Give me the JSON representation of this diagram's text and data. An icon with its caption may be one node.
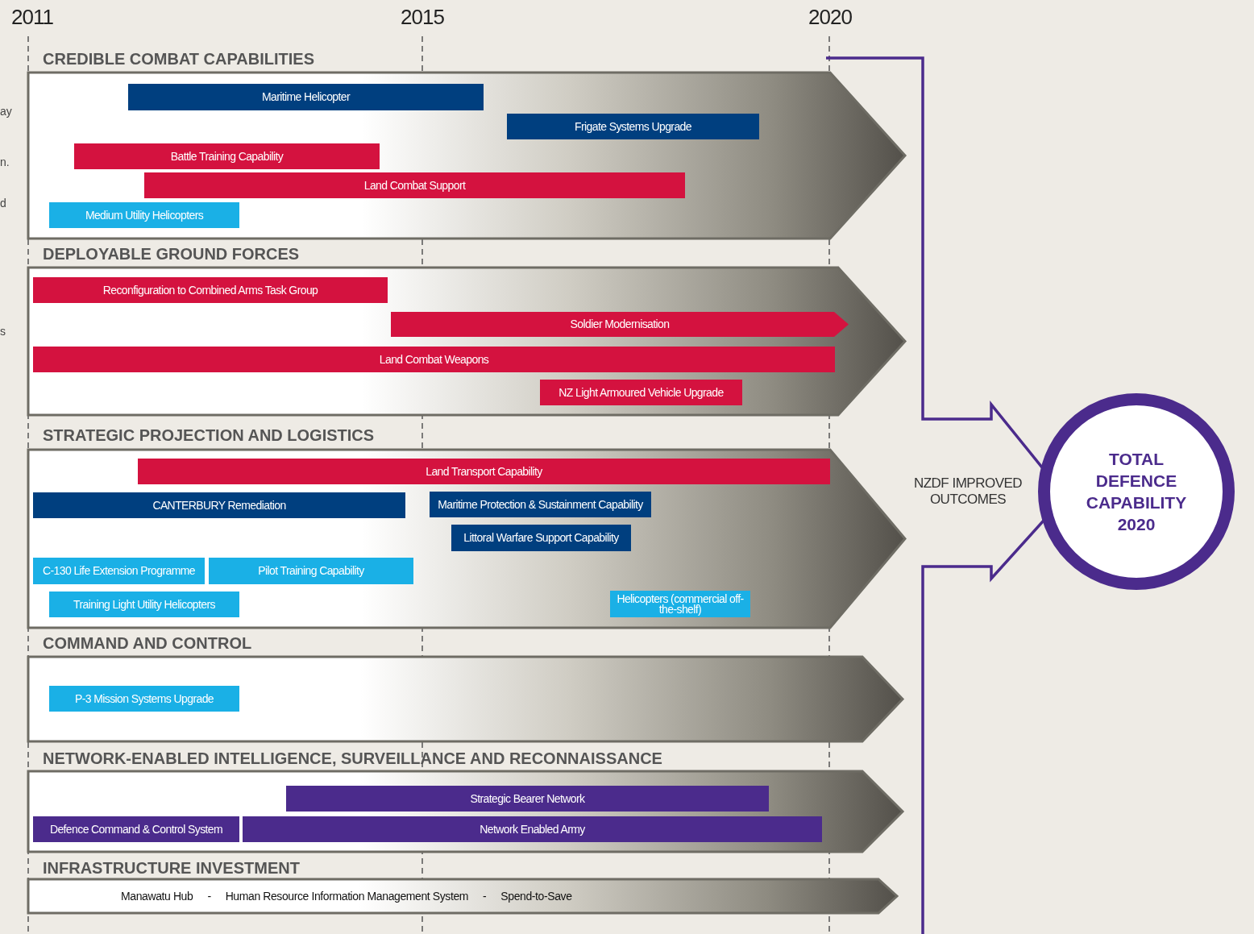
{
  "diagram": {
    "nodes": [
      {
        "text": [
          "CREDIBLE COMBAT CAPABILITIES"
        ]
      },
      {
        "text": [
          "Maritime Helicopter"
        ],
        "in": 0
      },
      {
        "text": [
          "Frigate Systems Upgrade"
        ],
        "in": 0
      },
      {
        "text": [
          "Battle Training Capability"
        ],
        "in": 0
      },
      {
        "text": [
          "Land Combat Support"
        ],
        "in": 0
      },
      {
        "text": [
          "Medium Utility Helicopters"
        ],
        "in": 0
      },
      {
        "text": [
          "DEPLOYABLE GROUND FORCES"
        ]
      },
      {
        "text": [
          "Reconfiguration to Combined Arms Task Group"
        ],
        "in": 6
      },
      {
        "text": [
          "Soldier Modernisation"
        ],
        "in": 6
      },
      {
        "text": [
          "Land Combat Weapons"
        ],
        "in": 6
      },
      {
        "text": [
          "NZ Light Armoured Vehicle Upgrade"
        ],
        "in": 6
      },
      {
        "text": [
          "STRATEGIC PROJECTION AND LOGISTICS"
        ]
      },
      {
        "text": [
          "Land Transport Capability"
        ],
        "in": 11
      },
      {
        "text": [
          "CANTERBURY Remediation"
        ],
        "in": 11
      },
      {
        "text": [
          "Maritime Protection & Sustainment Capability"
        ],
        "in": 11
      },
      {
        "text": [
          "Littoral Warfare Support Capability"
        ],
        "in": 11
      },
      {
        "text": [
          "C-130 Life Extension Programme"
        ],
        "in": 11
      },
      {
        "text": [
          "Pilot Training Capability"
        ],
        "in": 11
      },
      {
        "text": [
          "Training Light Utility Helicopters"
        ],
        "in": 11
      },
      {
        "text": [
          "Helicopters (commercial off-the-shelf)"
        ],
        "in": 11
      },
      {
        "text": [
          "COMMAND AND CONTROL"
        ]
      },
      {
        "text": [
          "P-3 Mission Systems Upgrade"
        ],
        "in": 20
      },
      {
        "text": [
          "NETWORK-ENABLED INTELLIGENCE, SURVEILLANCE AND RECONNAISSANCE"
        ]
      },
      {
        "text": [
          "Strategic Bearer Network"
        ],
        "in": 22
      },
      {
        "text": [
          "Defence Command & Control System"
        ],
        "in": 22
      },
      {
        "text": [
          "Network Enabled Army"
        ],
        "in": 22
      },
      {
        "text": [
          "INFRASTRUCTURE INVESTMENT",
          "Manawatu Hub",
          "-",
          "Human Resource Information Management System",
          "-",
          "Spend-to-Save"
        ]
      },
      {
        "text": [
          "NZDF IMPROVED OUTCOMES"
        ]
      },
      {
        "text": [
          "TOTAL DEFENCE CAPABILITY 2020"
        ]
      }
    ],
    "labels": [
      "2011",
      "2015",
      "2020",
      "ay",
      "n.",
      "d",
      "s"
    ]
  }
}
